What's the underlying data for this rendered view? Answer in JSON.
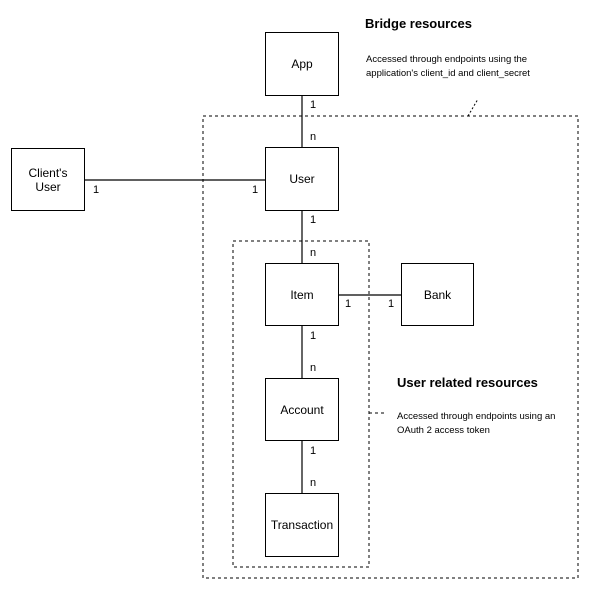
{
  "entities": {
    "app": "App",
    "clients_user": "Client's\nUser",
    "user": "User",
    "item": "Item",
    "bank": "Bank",
    "account": "Account",
    "transaction": "Transaction"
  },
  "multiplicities": {
    "app_user_app": "1",
    "app_user_user": "n",
    "client_user_client": "1",
    "client_user_user": "1",
    "user_item_user": "1",
    "user_item_item": "n",
    "item_bank_item": "1",
    "item_bank_bank": "1",
    "item_account_item": "1",
    "item_account_account": "n",
    "account_transaction_account": "1",
    "account_transaction_transaction": "n"
  },
  "groups": {
    "bridge": {
      "title": "Bridge resources",
      "description": "Accessed through endpoints using the application's client_id and client_secret"
    },
    "user_related": {
      "title": "User related resources",
      "description": "Accessed through endpoints using an OAuth 2 access token"
    }
  }
}
